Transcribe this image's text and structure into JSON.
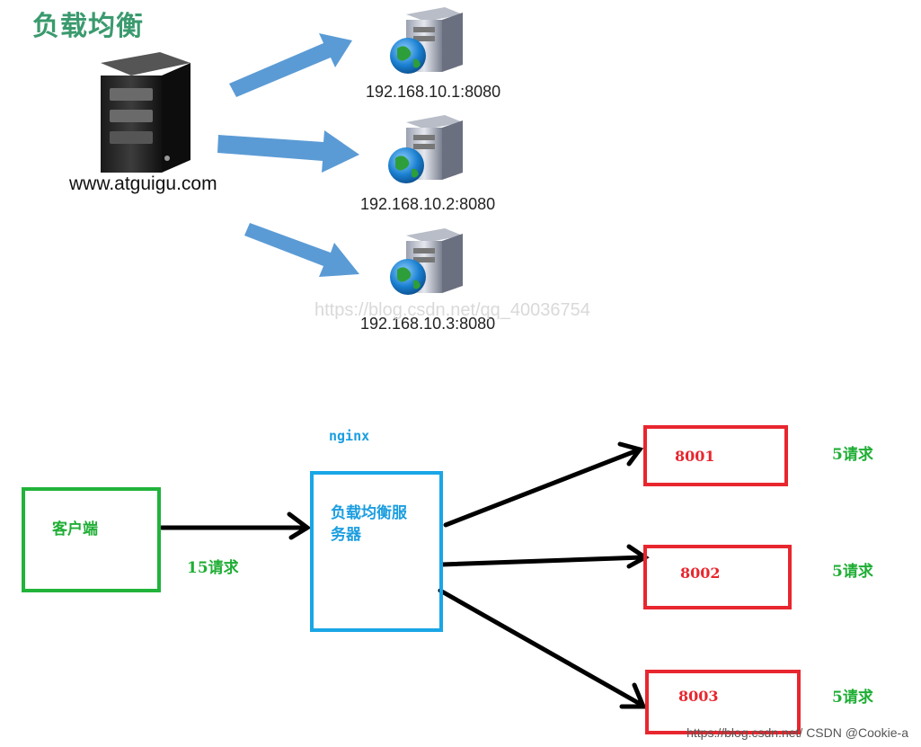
{
  "top_diagram": {
    "title": "负载均衡",
    "domain": "www.atguigu.com",
    "servers": [
      {
        "ip": "192.168.10.1:8080"
      },
      {
        "ip": "192.168.10.2:8080"
      },
      {
        "ip": "192.168.10.3:8080"
      }
    ],
    "watermark": "https://blog.csdn.net/qq_40036754"
  },
  "bottom_diagram": {
    "proxy_name": "nginx",
    "client_label": "客户端",
    "lb_label_line1": "负载均衡服",
    "lb_label_line2": "务器",
    "client_requests": "15请求",
    "servers": [
      {
        "port": "8001",
        "requests": "5请求"
      },
      {
        "port": "8002",
        "requests": "5请求"
      },
      {
        "port": "8003",
        "requests": "5请求"
      }
    ]
  },
  "footer": "https://blog.csdn.net/ CSDN @Cookie-a",
  "colors": {
    "title_green": "#3a9a6e",
    "arrow_blue": "#5b9bd5",
    "client_green": "#21b33a",
    "lb_blue": "#1aa6e6",
    "server_red": "#e8262e"
  }
}
